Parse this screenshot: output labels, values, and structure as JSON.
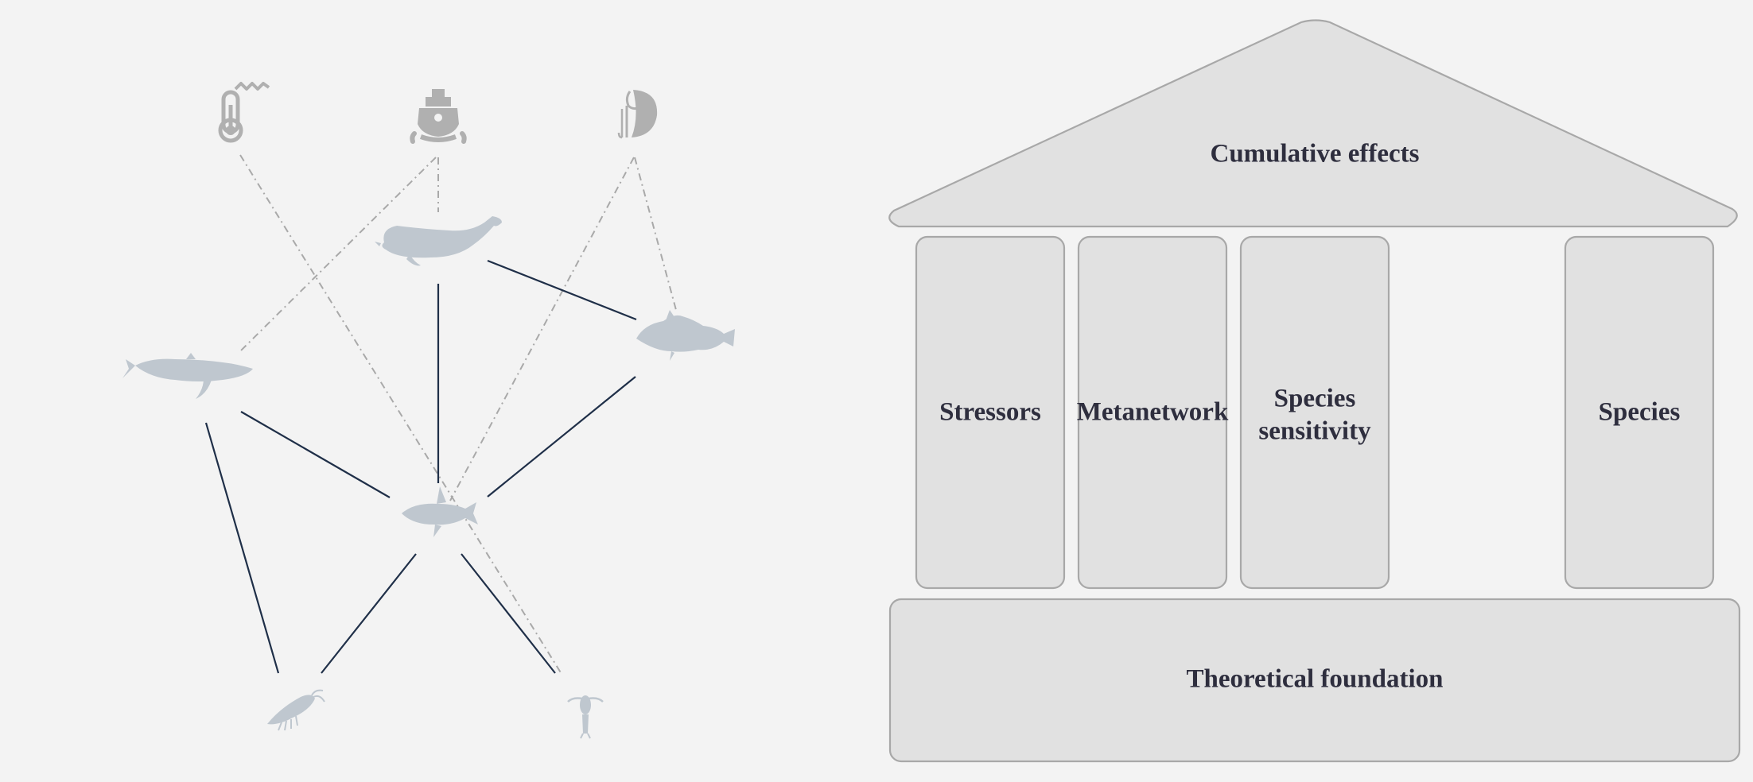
{
  "network": {
    "stressors": [
      {
        "id": "warming",
        "icon": "thermometer-icon"
      },
      {
        "id": "shipping",
        "icon": "ship-icon"
      },
      {
        "id": "fishing",
        "icon": "fishing-icon"
      }
    ],
    "species": [
      {
        "id": "beluga",
        "icon": "beluga-whale-icon"
      },
      {
        "id": "whale",
        "icon": "baleen-whale-icon"
      },
      {
        "id": "cod",
        "icon": "cod-icon"
      },
      {
        "id": "capelin",
        "icon": "capelin-icon"
      },
      {
        "id": "krill",
        "icon": "krill-icon"
      },
      {
        "id": "copepod",
        "icon": "copepod-icon"
      }
    ],
    "link_colors": {
      "trophic": "#1f2f48",
      "stressor": "#a9a9a9"
    }
  },
  "framework": {
    "roof": "Cumulative effects",
    "pillars": [
      "Stressors",
      "Metanetwork",
      "Species\nsensitivity",
      "Species"
    ],
    "foundation": "Theoretical foundation",
    "colors": {
      "block_fill": "#e1e1e1",
      "block_stroke": "#a8a8a8",
      "text": "#2e2e3e"
    }
  }
}
